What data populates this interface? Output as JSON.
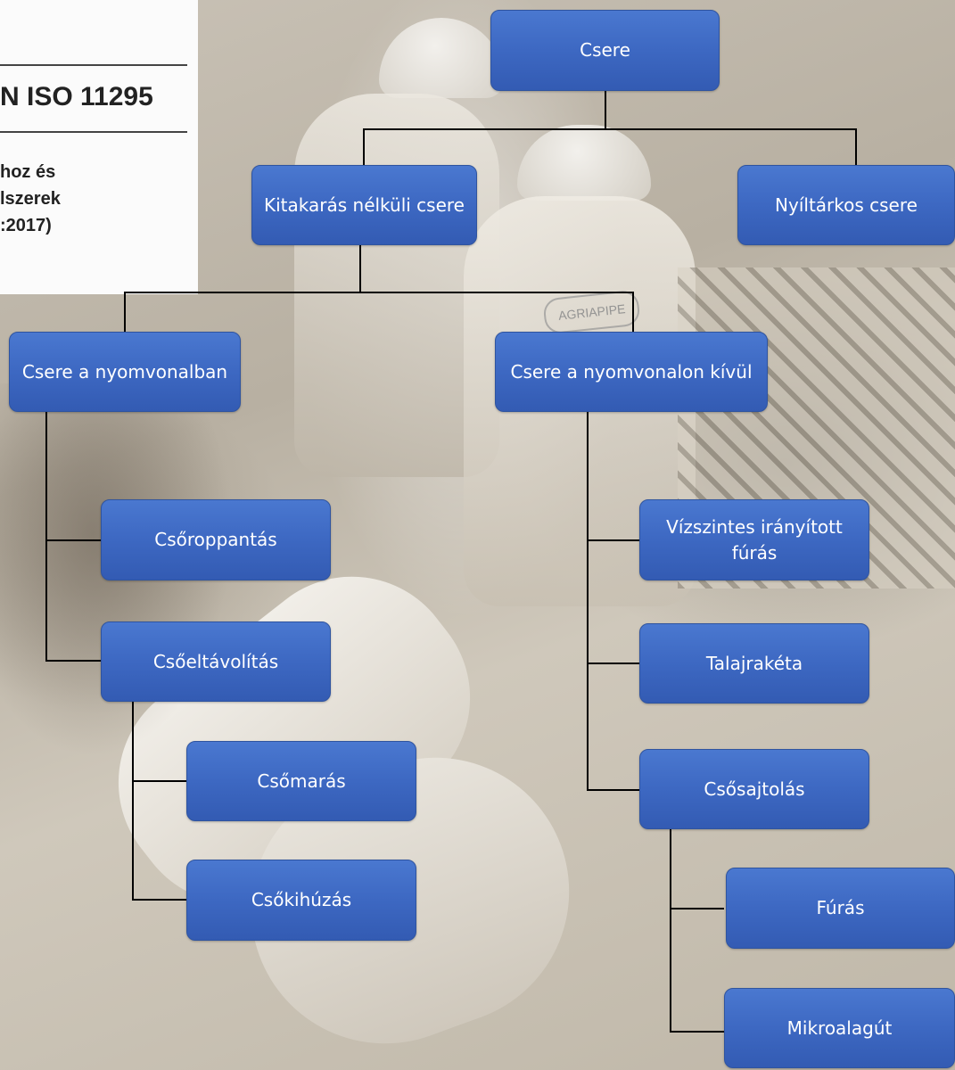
{
  "document": {
    "standard": "N ISO 11295",
    "lines": [
      "hoz és",
      "lszerek",
      ":2017)"
    ]
  },
  "photo": {
    "logo_text": "AGRIAPIPE"
  },
  "diagram": {
    "root": "Csere",
    "nodes": {
      "root": "Csere",
      "trenchless": "Kitakarás nélküli csere",
      "open_trench": "Nyíltárkos csere",
      "on_line": "Csere a nyomvonalban",
      "off_line": "Csere a nyomvonalon kívül",
      "pipe_bursting": "Csőroppantás",
      "pipe_removal": "Csőeltávolítás",
      "pipe_milling": "Csőmarás",
      "pipe_pulling": "Csőkihúzás",
      "hdd": "Vízszintes irányított fúrás",
      "impact_moling": "Talajrakéta",
      "pipe_jacking": "Csősajtolás",
      "drilling": "Fúrás",
      "microtunneling": "Mikroalagút"
    },
    "edges": [
      [
        "root",
        "trenchless"
      ],
      [
        "root",
        "open_trench"
      ],
      [
        "trenchless",
        "on_line"
      ],
      [
        "trenchless",
        "off_line"
      ],
      [
        "on_line",
        "pipe_bursting"
      ],
      [
        "on_line",
        "pipe_removal"
      ],
      [
        "pipe_removal",
        "pipe_milling"
      ],
      [
        "pipe_removal",
        "pipe_pulling"
      ],
      [
        "off_line",
        "hdd"
      ],
      [
        "off_line",
        "impact_moling"
      ],
      [
        "off_line",
        "pipe_jacking"
      ],
      [
        "pipe_jacking",
        "drilling"
      ],
      [
        "pipe_jacking",
        "microtunneling"
      ]
    ],
    "node_color": "#4472c4",
    "connector_color": "#000000"
  }
}
